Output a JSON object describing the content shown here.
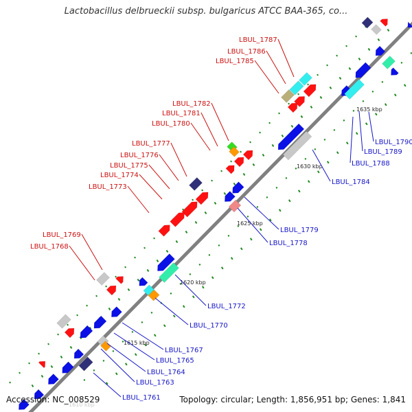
{
  "title": "Lactobacillus delbrueckii subsp. bulgaricus ATCC BAA-365, co...",
  "footer": {
    "accession": "Accession: NC_008529",
    "topology": "Topology: circular; Length: 1,856,951 bp; Genes: 1,841"
  },
  "colors": {
    "forward": "#ff1111",
    "reverse": "#0a10e6",
    "forward_label": "#cc1111",
    "reverse_label": "#1515c8",
    "backbone": "#808080",
    "cyan": "#33eeee",
    "gray": "#c8c8c8",
    "olive": "#b8b078",
    "orange": "#ff9900",
    "green": "#33dd22",
    "pink": "#f08888",
    "navy": "#303078",
    "seafoam": "#33eeaa",
    "tick": "#228822"
  },
  "ticks": [
    "1610 kbp",
    "1615 kbp",
    "1620 kbp",
    "1625 kbp",
    "1630 kbp",
    "1635 kbp"
  ],
  "forward_labels": [
    "LBUL_1787",
    "LBUL_1786",
    "LBUL_1785",
    "LBUL_1782",
    "LBUL_1781",
    "LBUL_1780",
    "LBUL_1777",
    "LBUL_1776",
    "LBUL_1775",
    "LBUL_1774",
    "LBUL_1773",
    "LBUL_1769",
    "LBUL_1768"
  ],
  "reverse_labels": [
    "LBUL_1790",
    "LBUL_1789",
    "LBUL_1788",
    "LBUL_1784",
    "LBUL_1779",
    "LBUL_1778",
    "LBUL_1772",
    "LBUL_1770",
    "LBUL_1767",
    "LBUL_1765",
    "LBUL_1764",
    "LBUL_1763",
    "LBUL_1761"
  ]
}
